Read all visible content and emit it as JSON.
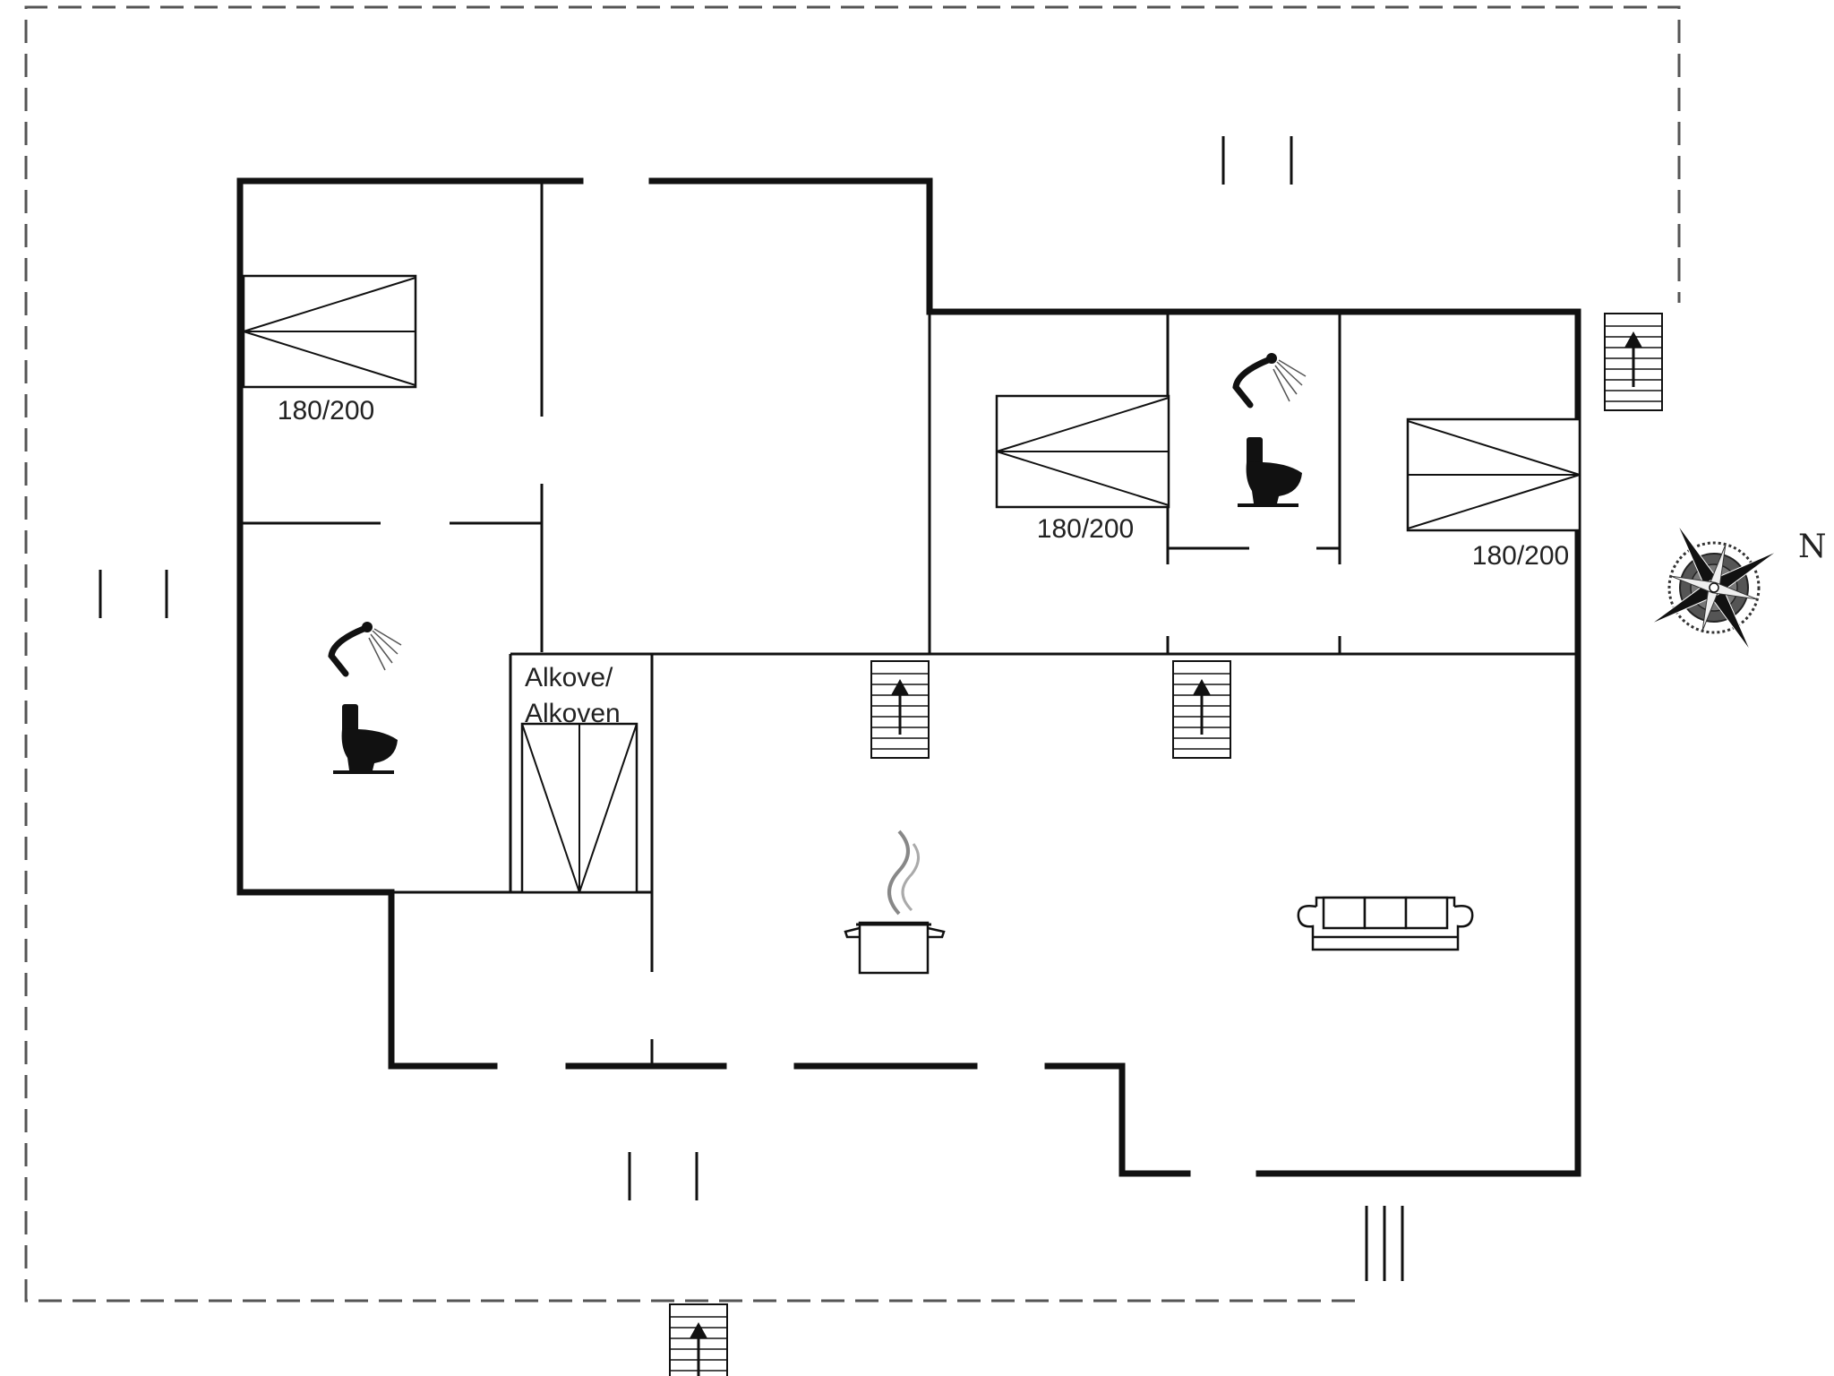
{
  "colors": {
    "line": "#111111",
    "dash": "#555555",
    "background": "#ffffff"
  },
  "labels": {
    "bed_1": "180/200",
    "bed_2": "180/200",
    "bed_3": "180/200",
    "alcove_line1": "Alkove/",
    "alcove_line2": "Alkoven",
    "north": "N"
  },
  "icons": [
    "bed-icon",
    "shower-icon",
    "toilet-icon",
    "stairs-icon",
    "cooking-pot-icon",
    "sofa-icon",
    "compass-rose-icon"
  ]
}
